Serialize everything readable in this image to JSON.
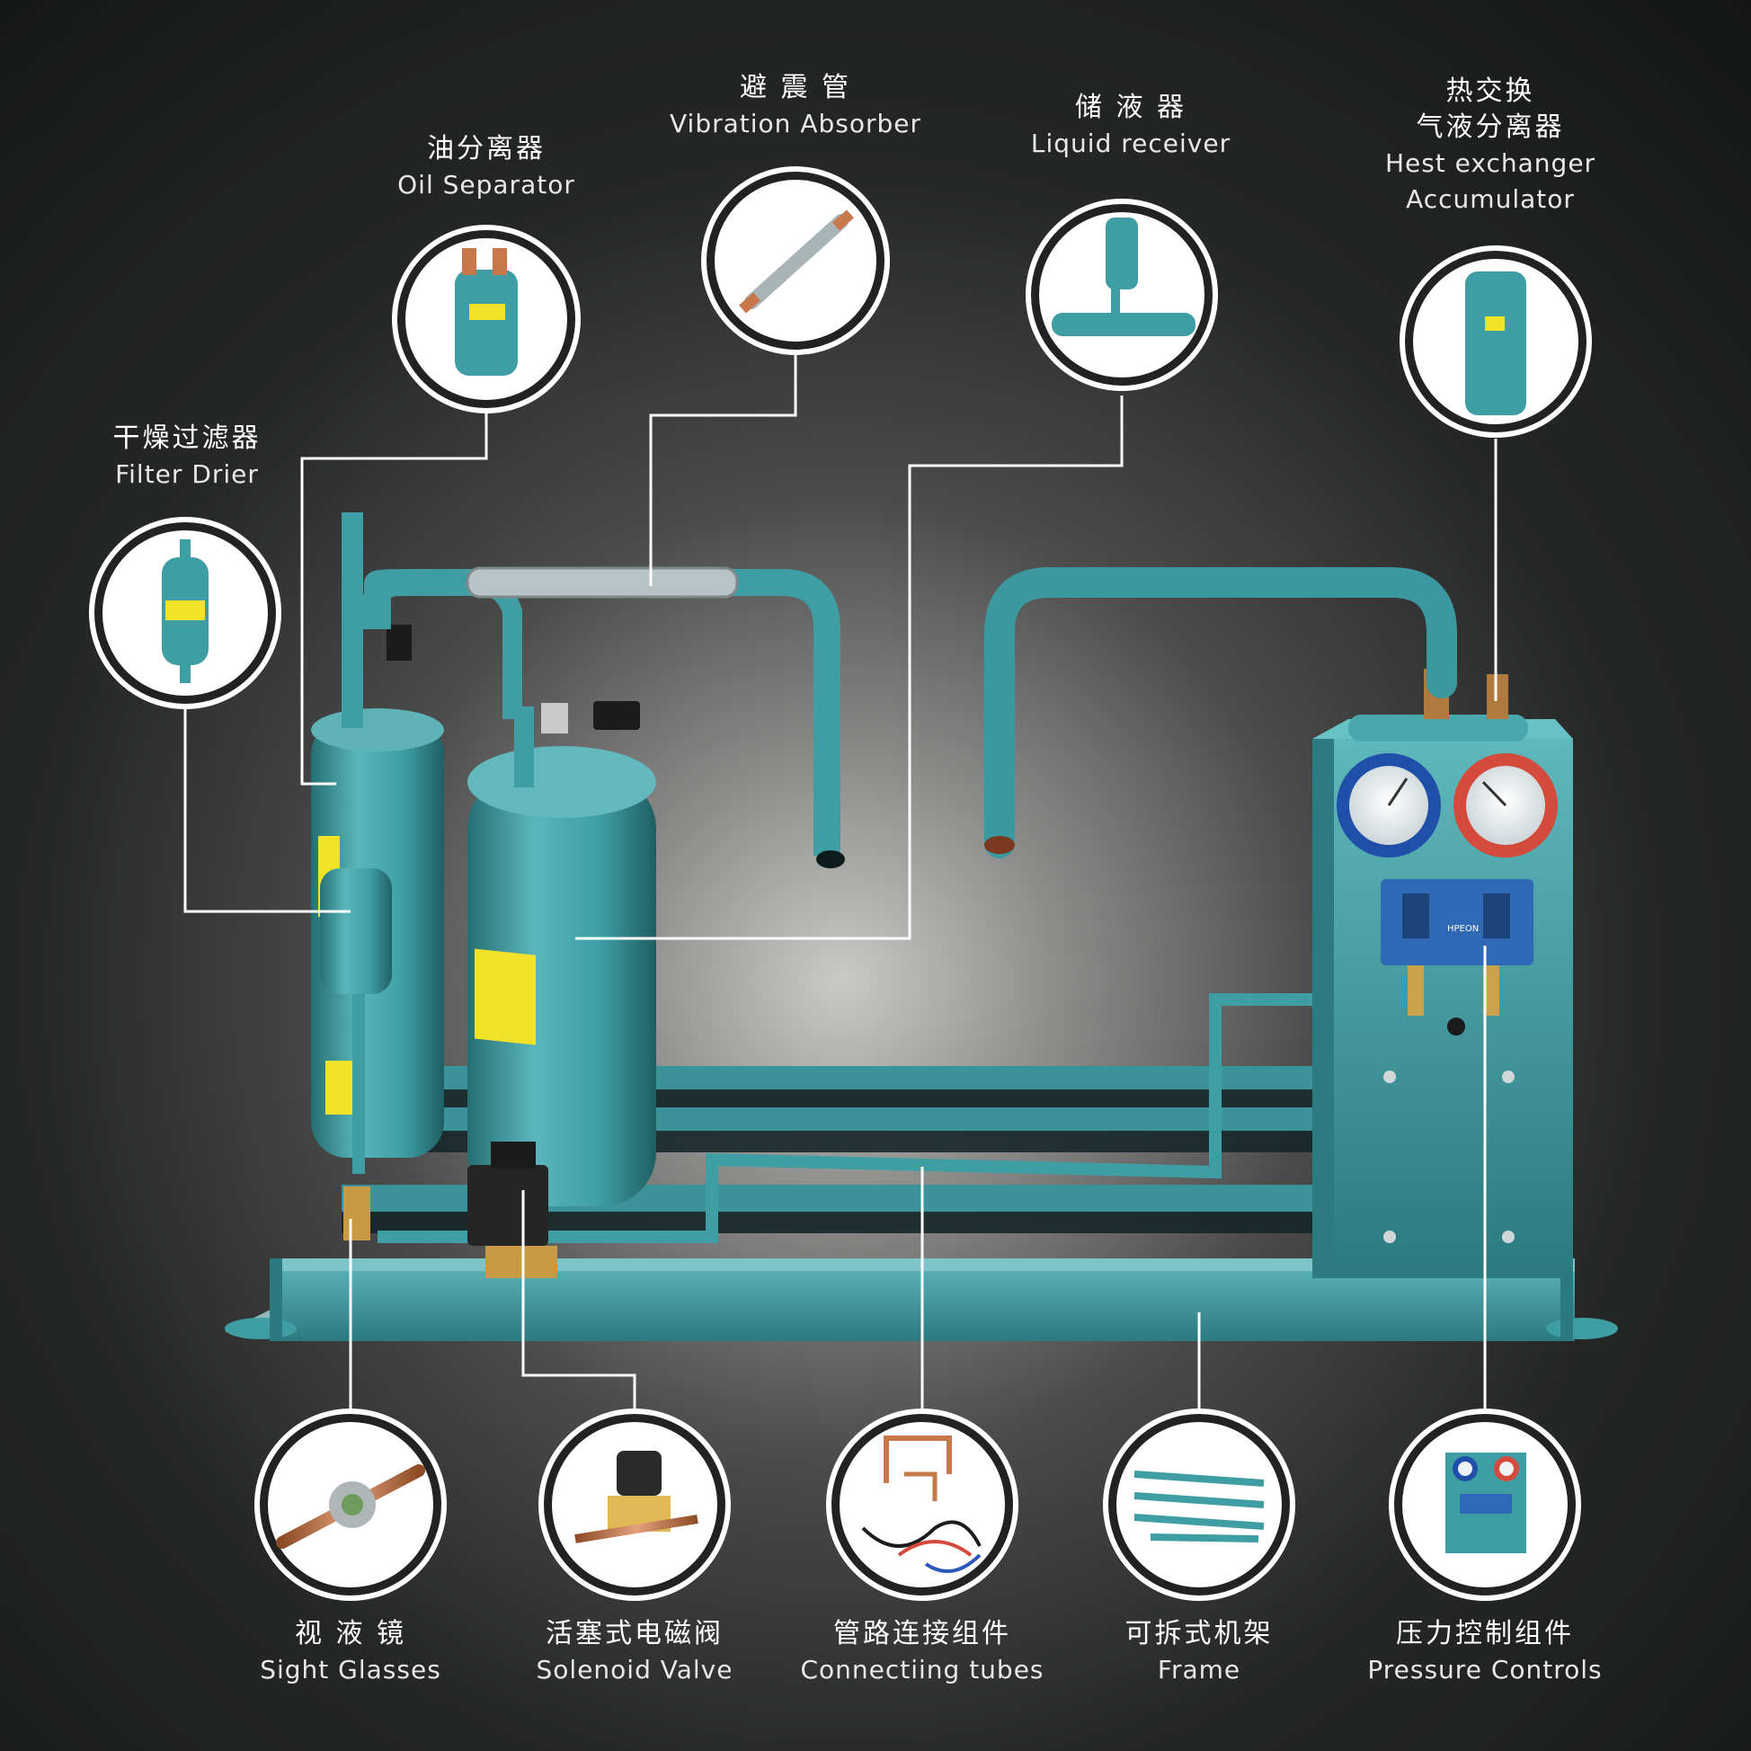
{
  "components": [
    {
      "id": "vibration-absorber",
      "zh": "避 震 管",
      "en": "Vibration Absorber"
    },
    {
      "id": "oil-separator",
      "zh": "油分离器",
      "en": "Oil Separator"
    },
    {
      "id": "liquid-receiver",
      "zh": "储 液 器",
      "en": "Liquid receiver"
    },
    {
      "id": "heat-exchanger",
      "zh": "热交换\n气液分离器",
      "en": "Hest exchanger\nAccumulator"
    },
    {
      "id": "filter-drier",
      "zh": "干燥过滤器",
      "en": "Filter Drier"
    },
    {
      "id": "sight-glasses",
      "zh": "视 液 镜",
      "en": "Sight Glasses"
    },
    {
      "id": "solenoid-valve",
      "zh": "活塞式电磁阀",
      "en": "Solenoid Valve"
    },
    {
      "id": "connecting-tubes",
      "zh": "管路连接组件",
      "en": "Connectiing tubes"
    },
    {
      "id": "frame",
      "zh": "可拆式机架",
      "en": "Frame"
    },
    {
      "id": "pressure-controls",
      "zh": "压力控制组件",
      "en": "Pressure Controls"
    }
  ],
  "colors": {
    "teal": "#3e9ea4",
    "teal_dark": "#256f74",
    "teal_light": "#68c1c4",
    "warning_yellow": "#f2e22a",
    "gauge_blue": "#1f4fa8",
    "gauge_red": "#d44a3c",
    "copper": "#c8774a",
    "line": "#ffffff"
  }
}
